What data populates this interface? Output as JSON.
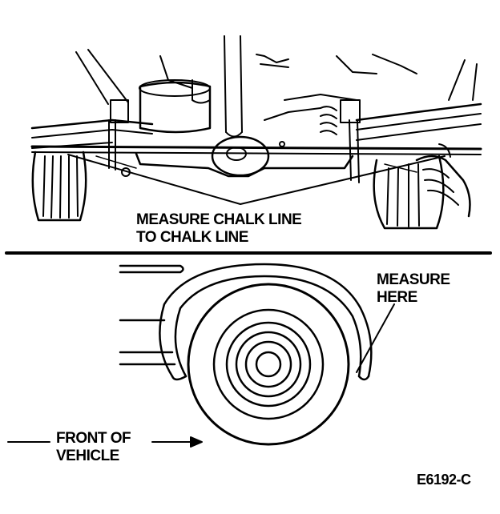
{
  "top_label": {
    "line1": "MEASURE CHALK LINE",
    "line2": "TO CHALK LINE"
  },
  "side_label": {
    "line1": "MEASURE",
    "line2": "HERE"
  },
  "direction_label": {
    "line1": "FRONT OF",
    "line2": "VEHICLE"
  },
  "figure_code": "E6192-C",
  "colors": {
    "ink": "#000000",
    "paper": "#ffffff"
  }
}
